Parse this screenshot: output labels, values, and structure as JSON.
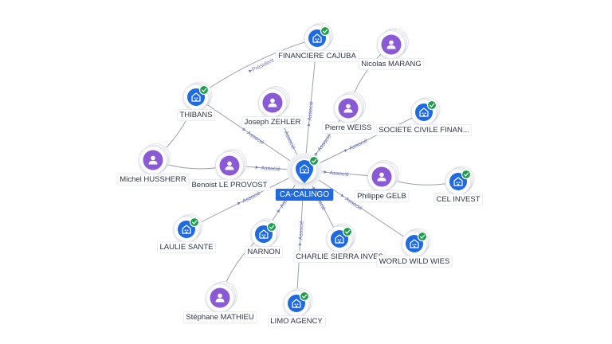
{
  "graph": {
    "center": {
      "id": "ca",
      "label": "CA-CALINGO",
      "type": "company",
      "verified": false
    },
    "nodes": [
      {
        "id": "fin",
        "label": "FINANCIERE CAJUBA",
        "type": "company",
        "verified": true
      },
      {
        "id": "nm",
        "label": "Nicolas MARANG",
        "type": "person"
      },
      {
        "id": "thi",
        "label": "THIBANS",
        "type": "company",
        "verified": true
      },
      {
        "id": "jz",
        "label": "Joseph ZEHLER",
        "type": "person"
      },
      {
        "id": "pw",
        "label": "Pierre WEISS",
        "type": "person"
      },
      {
        "id": "scf",
        "label": "SOCIETE CIVILE FINAN...",
        "type": "company",
        "verified": true
      },
      {
        "id": "mh",
        "label": "Michel HUSSHERR",
        "type": "person"
      },
      {
        "id": "blp",
        "label": "Benoist LE PROVOST",
        "type": "person"
      },
      {
        "id": "pg",
        "label": "Philippe GELB",
        "type": "person"
      },
      {
        "id": "cel",
        "label": "CEL INVEST",
        "type": "company",
        "verified": true
      },
      {
        "id": "ls",
        "label": "LAULIE SANTE",
        "type": "company",
        "verified": true
      },
      {
        "id": "nar",
        "label": "NARNON",
        "type": "company",
        "verified": true
      },
      {
        "id": "csi",
        "label": "CHARLIE SIERRA INVES",
        "type": "company",
        "verified": true
      },
      {
        "id": "www",
        "label": "WORLD WILD WIES",
        "type": "company",
        "verified": true
      },
      {
        "id": "sm",
        "label": "Stéphane MATHIEU",
        "type": "person"
      },
      {
        "id": "la",
        "label": "LIMO AGENCY",
        "type": "company",
        "verified": true
      }
    ],
    "edges": [
      {
        "from": "ca",
        "to": "fin",
        "label": "Associé"
      },
      {
        "from": "fin",
        "to": "thi",
        "label": "Président"
      },
      {
        "from": "nm",
        "to": "pw",
        "label": ""
      },
      {
        "from": "ca",
        "to": "thi",
        "label": "Associé"
      },
      {
        "from": "ca",
        "to": "jz",
        "label": "Associé"
      },
      {
        "from": "ca",
        "to": "pw",
        "label": "Associé"
      },
      {
        "from": "ca",
        "to": "scf",
        "label": "Associé"
      },
      {
        "from": "mh",
        "to": "thi",
        "label": ""
      },
      {
        "from": "mh",
        "to": "blp",
        "label": ""
      },
      {
        "from": "ca",
        "to": "blp",
        "label": "Associé"
      },
      {
        "from": "ca",
        "to": "pg",
        "label": "Associé"
      },
      {
        "from": "pg",
        "to": "cel",
        "label": ""
      },
      {
        "from": "ca",
        "to": "ls",
        "label": "Associé"
      },
      {
        "from": "ca",
        "to": "nar",
        "label": "Associé"
      },
      {
        "from": "ca",
        "to": "csi",
        "label": "Associé"
      },
      {
        "from": "ca",
        "to": "www",
        "label": "Associé"
      },
      {
        "from": "nar",
        "to": "sm",
        "label": ""
      },
      {
        "from": "ca",
        "to": "la",
        "label": "Associé"
      }
    ],
    "colors": {
      "company": "#1e6ae0",
      "person": "#8a5ad6",
      "verified": "#1a9e4b",
      "edge": "#9aa0ad",
      "edge_label": "#6b73c4",
      "center_label_bg": "#1e6ae0"
    }
  }
}
